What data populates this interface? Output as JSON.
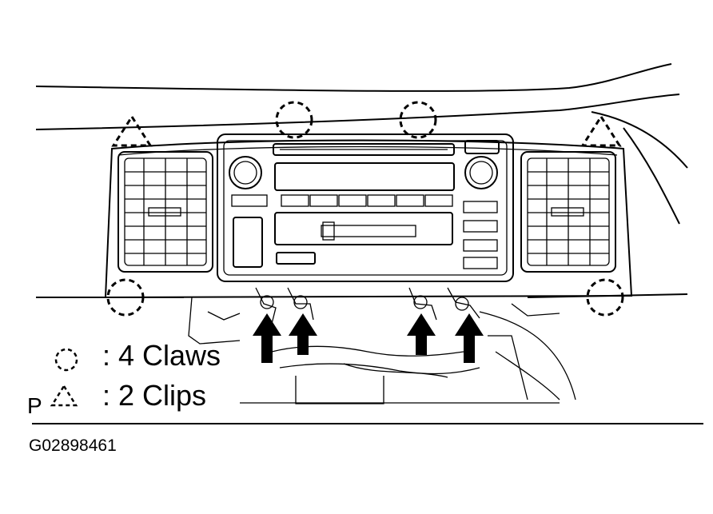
{
  "legend": {
    "claws_label": ": 4 Claws",
    "clips_label": ": 2 Clips",
    "claw_symbol": "dashed-circle",
    "clip_symbol": "dashed-triangle"
  },
  "corner_mark": "P",
  "figure_code": "G02898461"
}
